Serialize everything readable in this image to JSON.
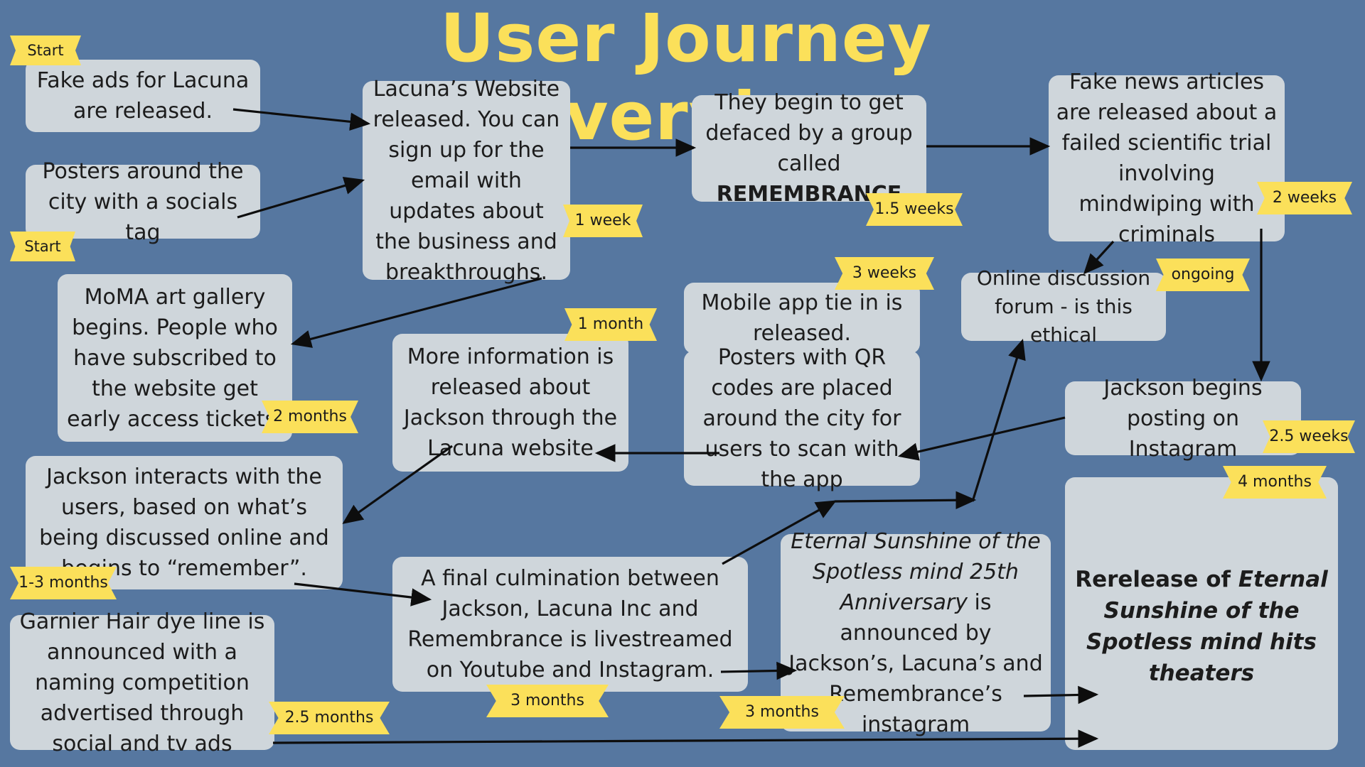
{
  "title": "User Journey Overview",
  "nodes": {
    "fake_ads": "Fake ads for Lacuna are released.",
    "posters_city": "Posters around the city with a socials tag",
    "website": "Lacuna’s Website released. You can sign up for the email with updates about the business and breakthroughs.",
    "defaced_pre": "They begin to get defaced by a group called",
    "defaced_group": "REMEMBRANCE",
    "fake_news": "Fake news articles are released about a failed scientific trial involving mindwiping with criminals",
    "moma": "MoMA art gallery begins. People who have subscribed to the website get early access tickets.",
    "more_info": "More information is released about Jackson through the Lacuna website",
    "mobile_app": "Mobile app tie in is released.",
    "qr_posters": "Posters with QR codes are placed around the city for users to scan with the app",
    "forum": "Online discussion forum - is this ethical",
    "jackson_insta": "Jackson begins posting on Instagram",
    "jackson_interacts": "Jackson interacts with the users, based on what’s being discussed online and begins to “remember”.",
    "culmination": "A final culmination between Jackson, Lacuna Inc and Remembrance is livestreamed on Youtube and Instagram.",
    "anniv_italic": "Eternal Sunshine of the Spotless mind 25th Anniversary",
    "anniv_rest": "is announced by Jackson’s, Lacuna’s and Remembrance’s instagram",
    "garnier": "Garnier Hair dye line is announced with a naming competition advertised through social and tv ads",
    "rerelease_pre": "Rerelease of",
    "rerelease_italic": "Eternal Sunshine of the Spotless mind hits theaters"
  },
  "tags": {
    "start_1": "Start",
    "start_2": "Start",
    "week_1": "1 week",
    "weeks_1_5": "1.5 weeks",
    "weeks_2": "2 weeks",
    "weeks_3": "3 weeks",
    "ongoing": "ongoing",
    "month_1": "1 month",
    "months_2": "2 months",
    "weeks_2_5": "2.5 weeks",
    "months_4": "4 months",
    "months_1_3": "1-3 months",
    "months_3_a": "3 months",
    "months_3_b": "3 months",
    "months_2_5": "2.5 months"
  },
  "colors": {
    "background": "#5677a0",
    "title": "#fbe05a",
    "box": "#cfd6db",
    "tag": "#fbe05a",
    "arrow": "#0d0d0d"
  }
}
